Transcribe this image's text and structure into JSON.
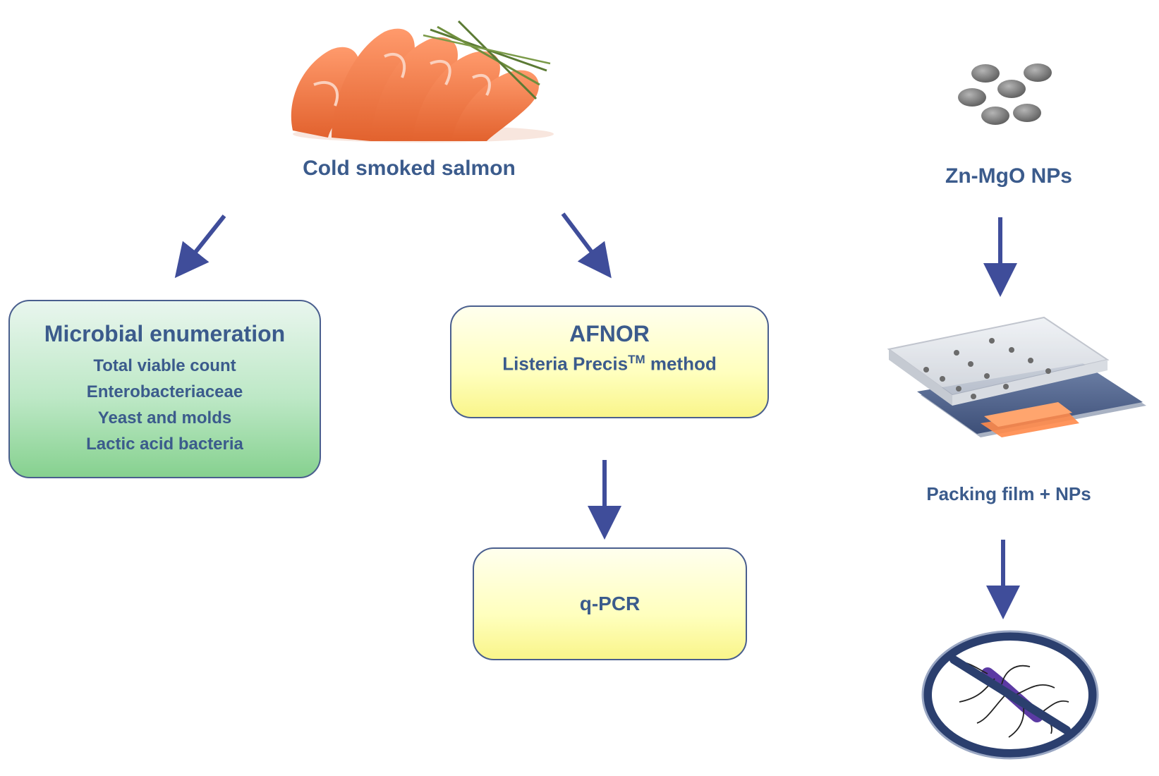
{
  "salmon": {
    "label": "Cold smoked salmon"
  },
  "nanoparticles": {
    "label": "Zn-MgO NPs"
  },
  "packing": {
    "label": "Packing film + NPs"
  },
  "microbial_box": {
    "title": "Microbial enumeration",
    "items": [
      "Total viable count",
      "Enterobacteriaceae",
      "Yeast and molds",
      "Lactic acid bacteria"
    ]
  },
  "afnor_box": {
    "title": "AFNOR",
    "method_prefix": "Listeria Precis",
    "method_superscript": "TM",
    "method_suffix": " method"
  },
  "qpcr_box": {
    "label": "q-PCR"
  },
  "colors": {
    "text": "#3b5b8c",
    "arrow": "#3f4d9a",
    "box_border": "#4a5f8e",
    "green_box": "#9fdca8",
    "yellow_box": "#ffffb0",
    "salmon": "#f07a48",
    "nanoparticle": "#7d7d7d"
  },
  "icons": {
    "salmon": "salmon-slices-icon",
    "nanoparticles": "nanoparticle-cluster-icon",
    "packing": "packing-film-tray-icon",
    "no_bacteria": "no-bacteria-icon"
  }
}
